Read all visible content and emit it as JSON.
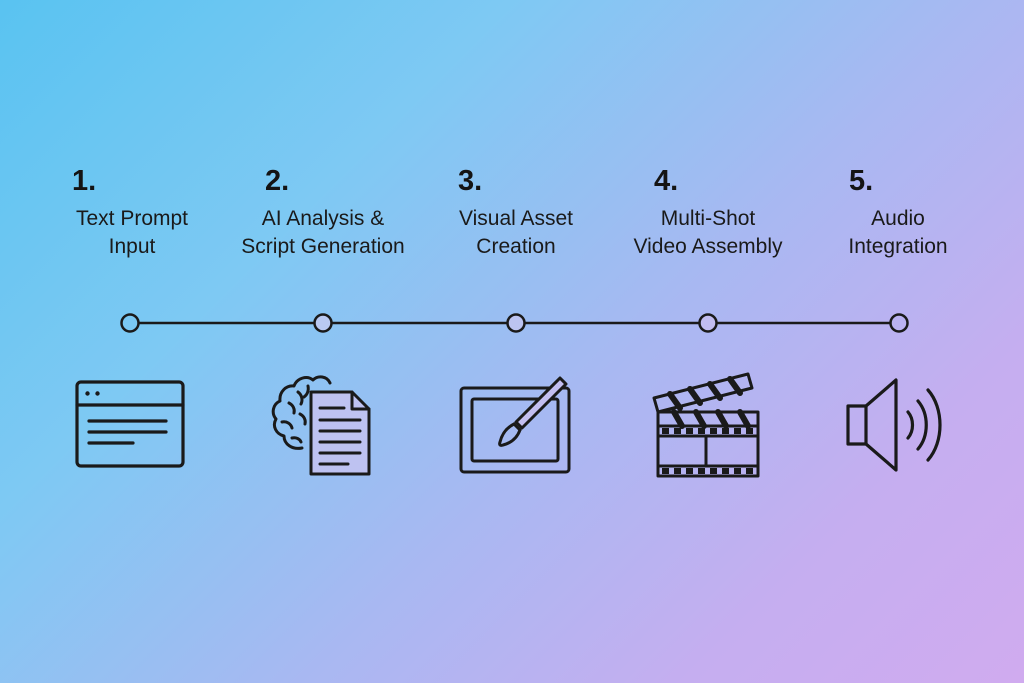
{
  "steps": [
    {
      "number": "1.",
      "line1": "Text Prompt",
      "line2": "Input",
      "icon": "browser-window-icon"
    },
    {
      "number": "2.",
      "line1": "AI Analysis &",
      "line2": "Script Generation",
      "icon": "brain-document-icon"
    },
    {
      "number": "3.",
      "line1": "Visual Asset",
      "line2": "Creation",
      "icon": "tablet-brush-icon"
    },
    {
      "number": "4.",
      "line1": "Multi-Shot",
      "line2": "Video Assembly",
      "icon": "clapperboard-film-icon"
    },
    {
      "number": "5.",
      "line1": "Audio",
      "line2": "Integration",
      "icon": "speaker-sound-icon"
    }
  ],
  "colors": {
    "line": "#1a1a1a",
    "text": "#141414"
  }
}
